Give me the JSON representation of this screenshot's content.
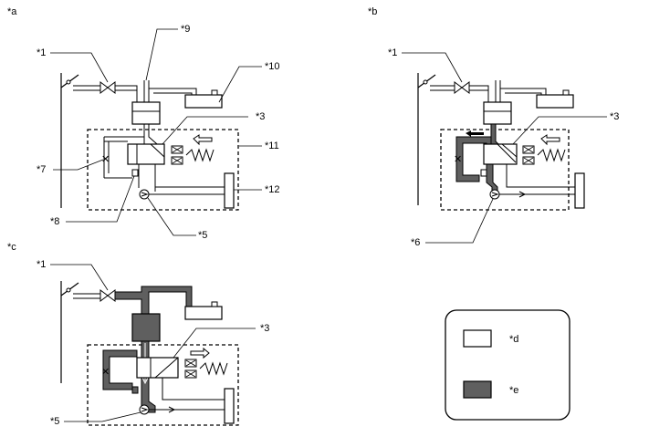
{
  "panels": [
    {
      "id": "a",
      "tag": "*a",
      "callouts": [
        "*1",
        "*9",
        "*10",
        "*3",
        "*11",
        "*7",
        "*12",
        "*8",
        "*5"
      ]
    },
    {
      "id": "b",
      "tag": "*b",
      "callouts": [
        "*1",
        "*3",
        "*6"
      ]
    },
    {
      "id": "c",
      "tag": "*c",
      "callouts": [
        "*1",
        "*3",
        "*5"
      ]
    }
  ],
  "legend": {
    "items": [
      {
        "label": "*d",
        "swatch": "#ffffff"
      },
      {
        "label": "*e",
        "swatch": "#5f5f5f"
      }
    ]
  },
  "colors": {
    "line": "#000000",
    "fill_pressure": "#5f5f5f",
    "fill_empty": "#ffffff"
  }
}
